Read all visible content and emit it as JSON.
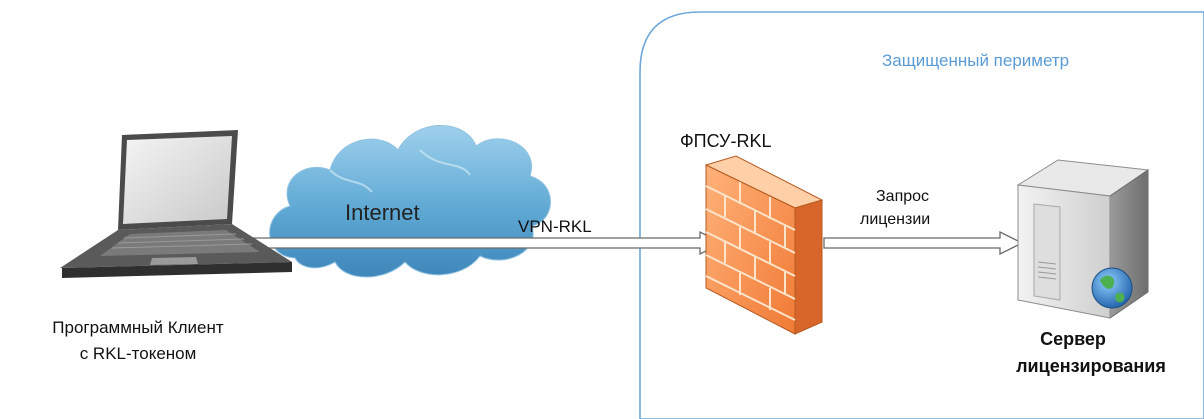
{
  "perimeter": {
    "label": "Защищенный периметр",
    "color": "#6fa8dc"
  },
  "firewall": {
    "label": "ФПСУ-RKL"
  },
  "cloud": {
    "label": "Internet"
  },
  "links": {
    "vpn_label": "VPN-RKL",
    "request_line1": "Запрос",
    "request_line2": "лицензии"
  },
  "client": {
    "label_line1": "Программный Клиент",
    "label_line2": "с RKL-токеном"
  },
  "server": {
    "label_line1": "Сервер",
    "label_line2": "лицензирования"
  },
  "icons": {
    "laptop": "laptop-icon",
    "cloud": "cloud-icon",
    "firewall": "firewall-icon",
    "server": "server-icon",
    "globe": "globe-icon"
  }
}
